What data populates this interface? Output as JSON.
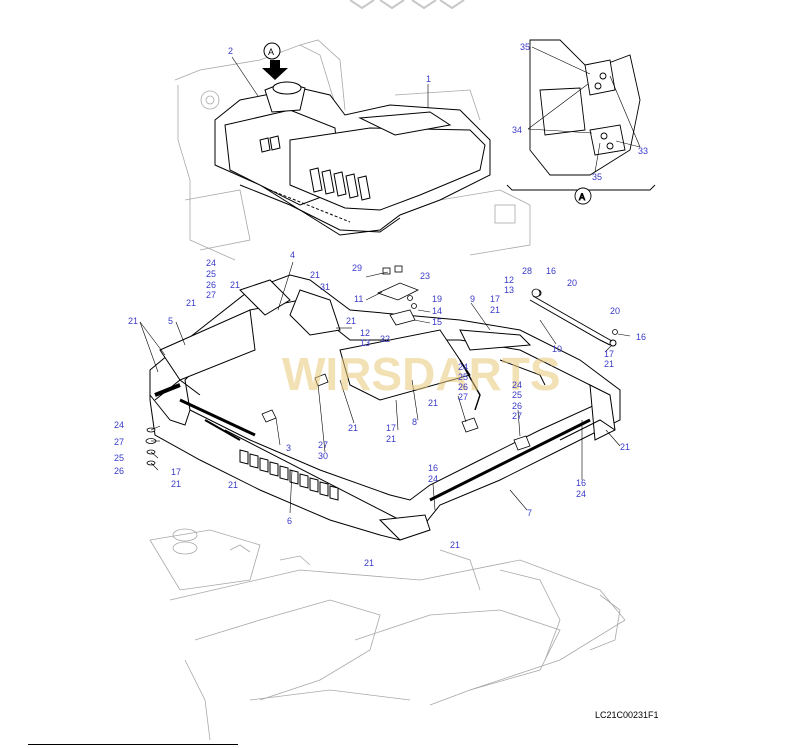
{
  "watermark": {
    "text": "WIRSDARTS",
    "color": "#e8c97a"
  },
  "drawing_code": "LC21C00231F1",
  "detail_view_label": "A",
  "colors": {
    "callout": "#3a3ac8",
    "line": "#000000",
    "hidden_line": "#9a9a9a"
  },
  "callouts": {
    "n1": "1",
    "n2": "2",
    "n3": "3",
    "n4": "4",
    "n5": "5",
    "n6": "6",
    "n7": "7",
    "n8": "8",
    "n9": "9",
    "n10": "10",
    "n11": "11",
    "n12": "12",
    "n13": "13",
    "n14": "14",
    "n15": "15",
    "n16": "16",
    "n17": "17",
    "n19": "19",
    "n20": "20",
    "n21": "21",
    "n23": "23",
    "n24": "24",
    "n25": "25",
    "n26": "26",
    "n27": "27",
    "n28": "28",
    "n29": "29",
    "n30": "30",
    "n31": "31",
    "n32": "32",
    "n33": "33",
    "n34": "34",
    "n35": "35"
  }
}
